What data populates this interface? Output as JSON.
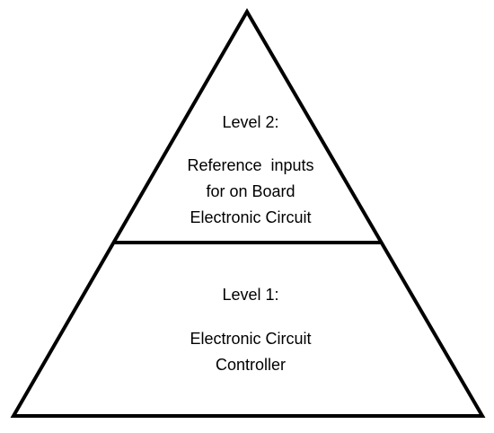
{
  "pyramid": {
    "top_level": {
      "title": "Level 2:",
      "lines": [
        "Reference  inputs",
        "for on Board",
        "Electronic Circuit"
      ]
    },
    "bottom_level": {
      "title": "Level 1:",
      "lines": [
        "Electronic Circuit",
        "Controller"
      ]
    }
  },
  "colors": {
    "stroke": "#000000",
    "background": "#ffffff"
  }
}
